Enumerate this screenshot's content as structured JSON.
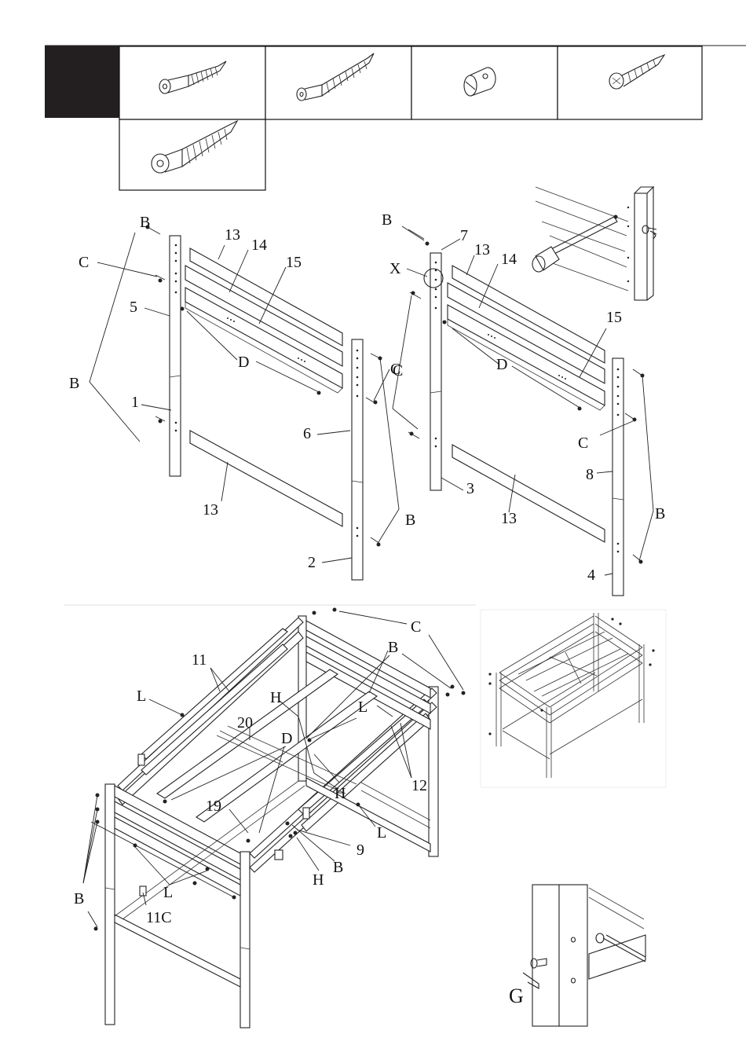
{
  "hardware_row": {
    "row_index_block_color": "#231f20",
    "items": [
      {
        "icon": "long-bolt-icon"
      },
      {
        "icon": "extra-long-bolt-icon"
      },
      {
        "icon": "barrel-nut-icon"
      },
      {
        "icon": "wood-screw-icon"
      },
      {
        "icon": "lag-bolt-icon"
      }
    ]
  },
  "diagram_left": {
    "labels": {
      "bolt_top": "B",
      "c1": "C",
      "post5": "5",
      "b_side": "B",
      "post1": "1",
      "rail13_top": "13",
      "rail14": "14",
      "rail15": "15",
      "dowel_d": "D",
      "c2": "C",
      "post6": "6",
      "rail13_low": "13",
      "b_low": "B",
      "post2": "2"
    }
  },
  "diagram_right": {
    "labels": {
      "bolt_top": "B",
      "post7": "7",
      "detail_x": "X",
      "rail13_top": "13",
      "rail14": "14",
      "dowel_d": "D",
      "c1": "C",
      "rail15": "15",
      "c2": "C",
      "post8": "8",
      "b_right": "B",
      "post3": "3",
      "rail13_low": "13",
      "post4": "4"
    }
  },
  "diagram_main": {
    "labels": {
      "c_top": "C",
      "b_top": "B",
      "rail11": "11",
      "l1": "L",
      "h1": "H",
      "l2": "L",
      "slat20": "20",
      "d": "D",
      "rail12": "12",
      "h2": "H",
      "slat19": "19",
      "l3": "L",
      "post9": "9",
      "b_left": "B",
      "b_mid": "B",
      "h3": "H",
      "l4": "L",
      "rail11c": "11C"
    }
  },
  "detail_g": {
    "label": "G"
  }
}
